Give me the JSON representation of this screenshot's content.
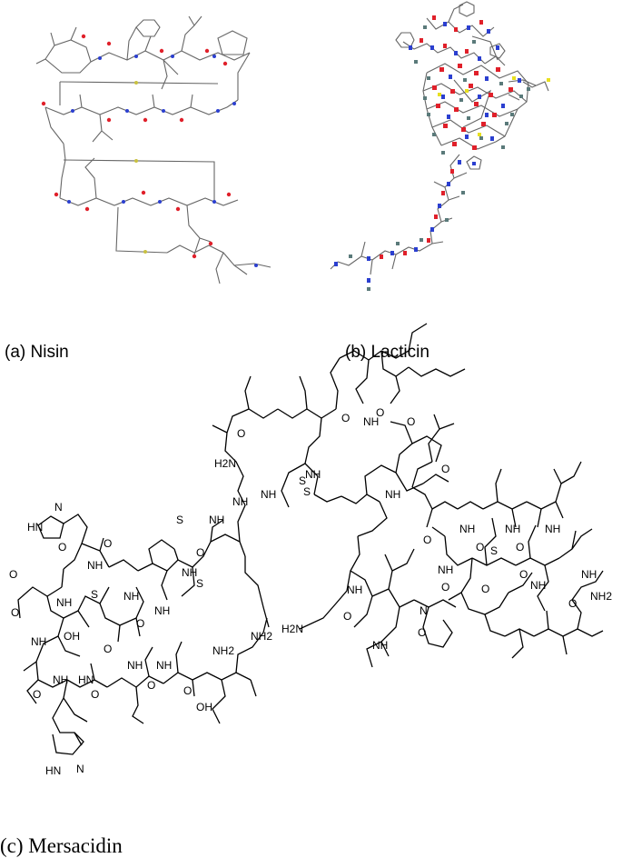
{
  "figure": {
    "panels": [
      {
        "id": "a",
        "caption": "(a)  Nisin"
      },
      {
        "id": "b",
        "caption": "(b) Lacticin"
      },
      {
        "id": "c",
        "caption": "(c) Mersacidin"
      }
    ],
    "mersacidin_atom_labels": {
      "nh": "NH",
      "o": "O",
      "s": "S",
      "n": "N",
      "h2n": "H2N",
      "nh2": "NH2",
      "oh": "OH",
      "hn": "HN"
    },
    "colors": {
      "oxygen": "#e0202a",
      "nitrogen": "#2b3fd0",
      "sulfur": "#e8e020",
      "carbon": "#5a7a7a",
      "bond": "#000000"
    }
  }
}
